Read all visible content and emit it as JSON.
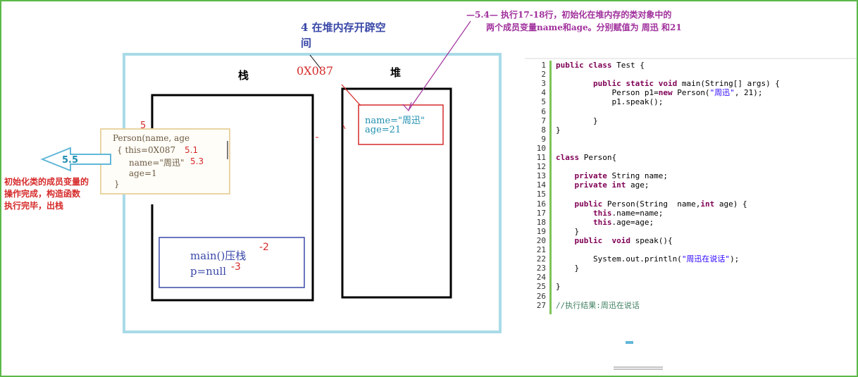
{
  "labels": {
    "step4_line1": "4 在堆内存开辟空",
    "step4_line2": "间",
    "step54_line1": "—5.4— 执行17-18行，初始化在堆内存的类对象中的",
    "step54_line2": "两个成员变量name和age。分别赋值为 周迅 和21",
    "address": "0X087",
    "stack_title": "栈",
    "heap_title": "堆",
    "step5": "5",
    "step55": "5.5",
    "exit_note_1": "初始化类的成员变量的",
    "exit_note_2": "操作完成，构造函数",
    "exit_note_3": "执行完毕，出栈",
    "step2": "-2",
    "step3": "-3"
  },
  "constructor_frame": {
    "line1": "Person(name, age",
    "line2": "{ this=0X087",
    "line2_step": "5.1",
    "line3": "name=\"周迅\"",
    "line3_step": "5.3",
    "line4": "age=1",
    "line5": "}"
  },
  "main_frame": {
    "line1": "main()压栈",
    "line2": "p=null"
  },
  "heap_object": {
    "line1": "name=\"周迅\"",
    "line2": "age=21"
  },
  "code": [
    {
      "n": "1",
      "t": "public class Test {"
    },
    {
      "n": "2",
      "t": ""
    },
    {
      "n": "3",
      "t": "        public static void main(String[] args) {"
    },
    {
      "n": "4",
      "t": "            Person p1=new Person(\"周迅\", 21);"
    },
    {
      "n": "5",
      "t": "            p1.speak();"
    },
    {
      "n": "6",
      "t": ""
    },
    {
      "n": "7",
      "t": "        }"
    },
    {
      "n": "8",
      "t": "}"
    },
    {
      "n": "9",
      "t": ""
    },
    {
      "n": "10",
      "t": ""
    },
    {
      "n": "11",
      "t": "class Person{"
    },
    {
      "n": "12",
      "t": ""
    },
    {
      "n": "13",
      "t": "    private String name;"
    },
    {
      "n": "14",
      "t": "    private int age;"
    },
    {
      "n": "15",
      "t": ""
    },
    {
      "n": "16",
      "t": "    public Person(String  name,int age) {"
    },
    {
      "n": "17",
      "t": "        this.name=name;"
    },
    {
      "n": "18",
      "t": "        this.age=age;"
    },
    {
      "n": "19",
      "t": "    }"
    },
    {
      "n": "20",
      "t": "    public  void speak(){"
    },
    {
      "n": "21",
      "t": ""
    },
    {
      "n": "22",
      "t": "        System.out.println(\"周迅在说话\");"
    },
    {
      "n": "23",
      "t": "    }"
    },
    {
      "n": "24",
      "t": ""
    },
    {
      "n": "25",
      "t": "}"
    },
    {
      "n": "26",
      "t": ""
    },
    {
      "n": "27",
      "t": "//执行结果:周迅在说话"
    }
  ],
  "colors": {
    "frame_green": "#5cb84a",
    "outer_box": "#a9dbe8",
    "red": "#d62a2a",
    "blue": "#3a48a8",
    "teal": "#1f8fb0",
    "magenta": "#a0309c"
  }
}
